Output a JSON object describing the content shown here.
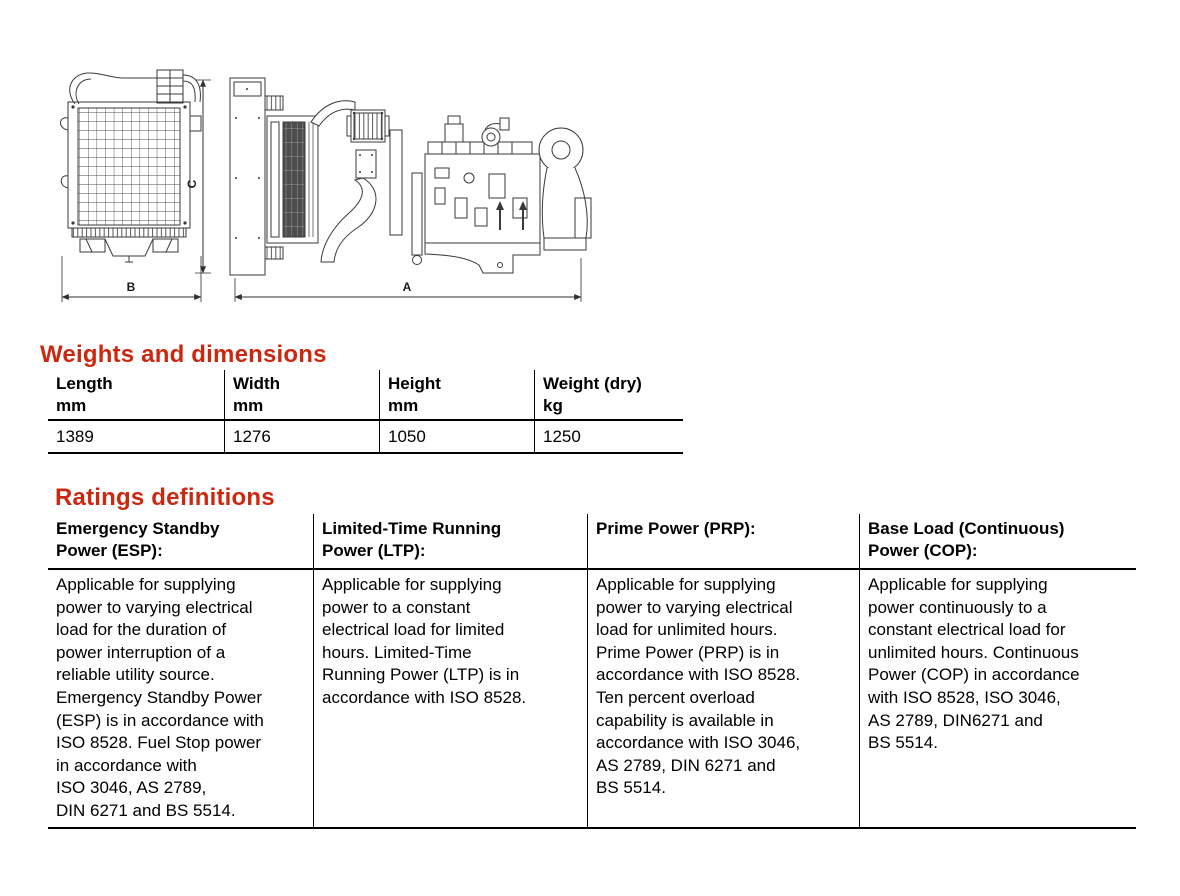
{
  "accent_color": "#cc2810",
  "drawing": {
    "dimension_labels": {
      "length_side": "A",
      "width_front": "B",
      "height": "C"
    }
  },
  "weights_section": {
    "title": "Weights and dimensions",
    "table": {
      "columns": [
        {
          "label": "Length",
          "unit": "mm"
        },
        {
          "label": "Width",
          "unit": "mm"
        },
        {
          "label": "Height",
          "unit": "mm"
        },
        {
          "label": "Weight (dry)",
          "unit": "kg"
        }
      ],
      "values": [
        "1389",
        "1276",
        "1050",
        "1250"
      ]
    }
  },
  "ratings_section": {
    "title": "Ratings definitions",
    "columns": [
      {
        "header": "Emergency Standby\nPower (ESP):",
        "body": "Applicable for supplying\npower to varying electrical\nload for the duration of\npower interruption of a\nreliable utility source.\nEmergency Standby Power\n(ESP) is in accordance with\nISO 8528. Fuel Stop power\nin accordance with\nISO 3046, AS 2789,\nDIN 6271 and BS 5514."
      },
      {
        "header": "Limited-Time Running\nPower (LTP):",
        "body": "Applicable for supplying\npower to a constant\nelectrical load for limited\nhours. Limited-Time\nRunning Power (LTP) is in\naccordance with ISO 8528."
      },
      {
        "header": "Prime Power (PRP):",
        "body": "Applicable for supplying\npower to varying electrical\nload for unlimited hours.\nPrime Power (PRP) is in\naccordance with ISO 8528.\nTen percent overload\ncapability is available in\naccordance with ISO 3046,\nAS 2789, DIN 6271 and\nBS 5514."
      },
      {
        "header": "Base Load (Continuous)\nPower (COP):",
        "body": "Applicable for supplying\npower continuously to a\nconstant electrical load for\nunlimited hours. Continuous\nPower (COP) in accordance\nwith ISO 8528, ISO 3046,\nAS 2789, DIN6271 and\nBS 5514."
      }
    ]
  }
}
